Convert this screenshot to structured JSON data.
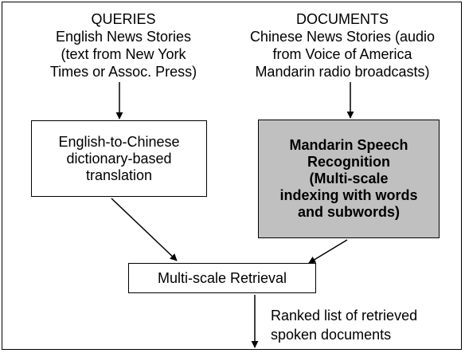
{
  "queries": {
    "heading": "QUERIES",
    "line1": "English News Stories",
    "line2": "(text from New York",
    "line3": "Times or Assoc. Press)"
  },
  "documents": {
    "heading": "DOCUMENTS",
    "line1": "Chinese News Stories (audio",
    "line2": "from Voice of America",
    "line3": "Mandarin radio broadcasts)"
  },
  "boxes": {
    "translation": "English-to-Chinese\ndictionary-based\ntranslation",
    "recognition": "Mandarin Speech\nRecognition\n(Multi-scale\nindexing with words\nand subwords)",
    "retrieval": "Multi-scale Retrieval"
  },
  "output": {
    "line1": "Ranked list of retrieved",
    "line2": "spoken documents"
  }
}
